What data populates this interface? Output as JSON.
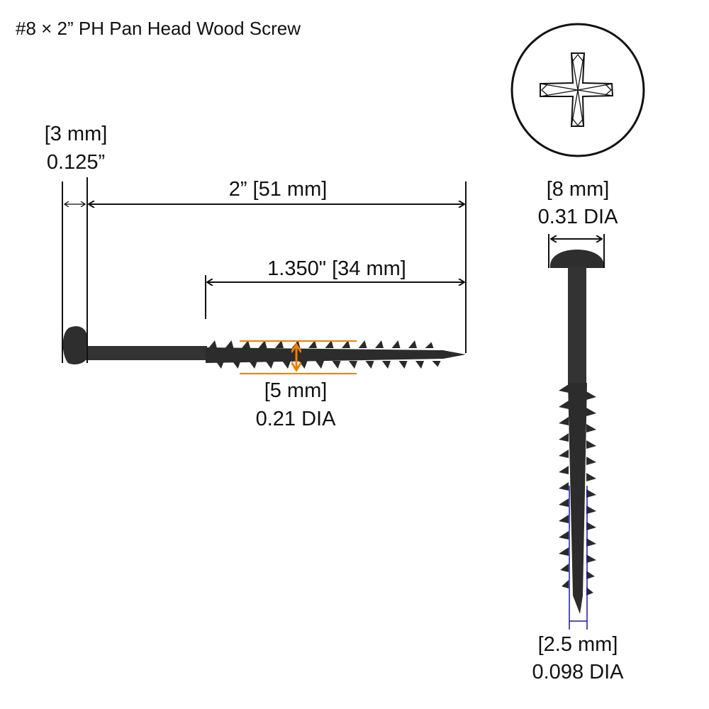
{
  "title": "#8 × 2” PH Pan Head Wood Screw",
  "dimensions": {
    "head_height": {
      "metric": "[3 mm]",
      "imperial": "0.125”"
    },
    "overall_length": {
      "label": "2” [51 mm]"
    },
    "thread_length": {
      "label": "1.350\" [34 mm]"
    },
    "thread_diameter": {
      "metric": "[5 mm]",
      "imperial": "0.21 DIA"
    },
    "head_diameter": {
      "metric": "[8 mm]",
      "imperial": "0.31 DIA"
    },
    "root_diameter": {
      "metric": "[2.5 mm]",
      "imperial": "0.098 DIA"
    }
  },
  "colors": {
    "screw": "#2c2c2c",
    "thread_marker": "#f07f00",
    "root_marker": "#1a1aa0",
    "line": "#111111"
  }
}
